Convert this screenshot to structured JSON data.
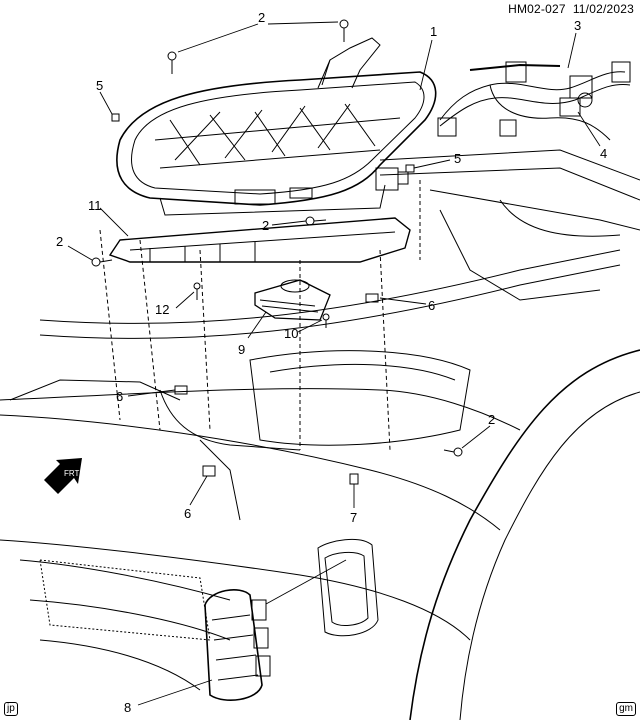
{
  "header": {
    "code": "HM02-027",
    "date": "11/02/2023"
  },
  "corners": {
    "left": "jp",
    "right": "gm"
  },
  "front_arrow": {
    "label": "FRT"
  },
  "callouts": {
    "c1": "1",
    "c2a": "2",
    "c2b": "2",
    "c2c": "2",
    "c2d": "2",
    "c3": "3",
    "c4": "4",
    "c5a": "5",
    "c5b": "5",
    "c6a": "6",
    "c6b": "6",
    "c6c": "6",
    "c7": "7",
    "c8": "8",
    "c9": "9",
    "c10": "10",
    "c11": "11",
    "c12": "12"
  }
}
